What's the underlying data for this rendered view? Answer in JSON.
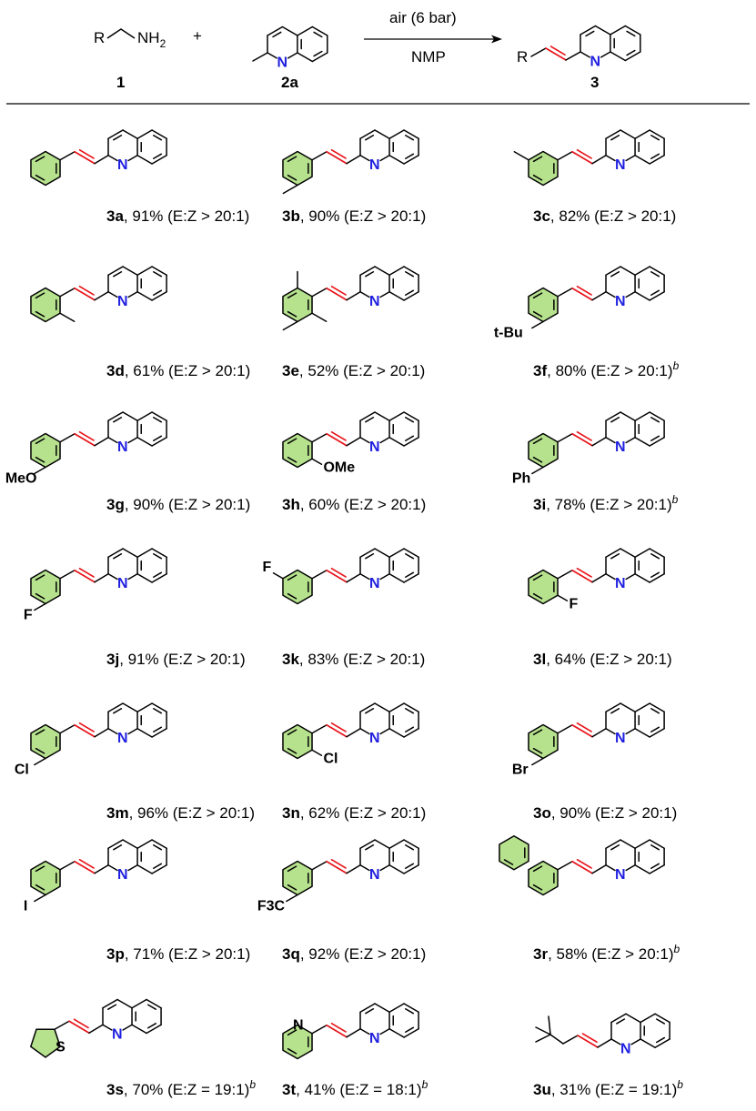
{
  "colors": {
    "ring_fill": "#b6e28e",
    "vinyl": "#e8141a",
    "nitrogen": "#1f1fe0",
    "bond": "#000000"
  },
  "header": {
    "reactant1_label": "1",
    "reactant2_label": "2a",
    "product_label": "3",
    "plus": "+",
    "condition_top": "air (6 bar)",
    "condition_bottom": "NMP",
    "r_group": "R",
    "amine": "NH",
    "amine_sub": "2",
    "n_atom": "N"
  },
  "compounds": [
    {
      "id": "3a",
      "yield": ", 91% (E:Z > 20:1)",
      "note": "",
      "sub": "",
      "aryl": "phenyl"
    },
    {
      "id": "3b",
      "yield": ", 90% (E:Z > 20:1)",
      "note": "",
      "sub": "",
      "aryl": "4-methylphenyl"
    },
    {
      "id": "3c",
      "yield": ", 82% (E:Z > 20:1)",
      "note": "",
      "sub": "",
      "aryl": "3-methylphenyl"
    },
    {
      "id": "3d",
      "yield": ", 61% (E:Z > 20:1)",
      "note": "",
      "sub": "",
      "aryl": "2-methylphenyl"
    },
    {
      "id": "3e",
      "yield": ", 52% (E:Z > 20:1)",
      "note": "",
      "sub": "",
      "aryl": "mesityl"
    },
    {
      "id": "3f",
      "yield": ", 80% (E:Z > 20:1)",
      "note": "b",
      "sub": "t-Bu",
      "aryl": "4-tert-butylphenyl"
    },
    {
      "id": "3g",
      "yield": ", 90% (E:Z > 20:1)",
      "note": "",
      "sub": "MeO",
      "aryl": "4-methoxyphenyl"
    },
    {
      "id": "3h",
      "yield": ", 60% (E:Z > 20:1)",
      "note": "",
      "sub": "OMe",
      "aryl": "2-methoxyphenyl"
    },
    {
      "id": "3i",
      "yield": ", 78% (E:Z > 20:1)",
      "note": "b",
      "sub": "Ph",
      "aryl": "4-biphenyl"
    },
    {
      "id": "3j",
      "yield": ", 91% (E:Z > 20:1)",
      "note": "",
      "sub": "F",
      "aryl": "4-fluorophenyl"
    },
    {
      "id": "3k",
      "yield": ", 83% (E:Z > 20:1)",
      "note": "",
      "sub": "F",
      "aryl": "3-fluorophenyl"
    },
    {
      "id": "3l",
      "yield": ", 64% (E:Z > 20:1)",
      "note": "",
      "sub": "F",
      "aryl": "2-fluorophenyl"
    },
    {
      "id": "3m",
      "yield": ", 96% (E:Z > 20:1)",
      "note": "",
      "sub": "Cl",
      "aryl": "4-chlorophenyl"
    },
    {
      "id": "3n",
      "yield": ", 62% (E:Z > 20:1)",
      "note": "",
      "sub": "Cl",
      "aryl": "2-chlorophenyl"
    },
    {
      "id": "3o",
      "yield": ", 90% (E:Z > 20:1)",
      "note": "",
      "sub": "Br",
      "aryl": "4-bromophenyl"
    },
    {
      "id": "3p",
      "yield": ", 71% (E:Z > 20:1)",
      "note": "",
      "sub": "I",
      "aryl": "4-iodophenyl"
    },
    {
      "id": "3q",
      "yield": ", 92% (E:Z > 20:1)",
      "note": "",
      "sub": "F3C",
      "aryl": "4-trifluoromethylphenyl"
    },
    {
      "id": "3r",
      "yield": ", 58% (E:Z > 20:1)",
      "note": "b",
      "sub": "",
      "aryl": "1-naphthyl"
    },
    {
      "id": "3s",
      "yield": ", 70% (E:Z = 19:1)",
      "note": "b",
      "sub": "S",
      "aryl": "2-thienyl"
    },
    {
      "id": "3t",
      "yield": ", 41% (E:Z = 18:1)",
      "note": "b",
      "sub": "N",
      "aryl": "2-pyridyl"
    },
    {
      "id": "3u",
      "yield": ", 31% (E:Z = 19:1)",
      "note": "b",
      "sub": "",
      "aryl": "tert-butyl"
    }
  ]
}
